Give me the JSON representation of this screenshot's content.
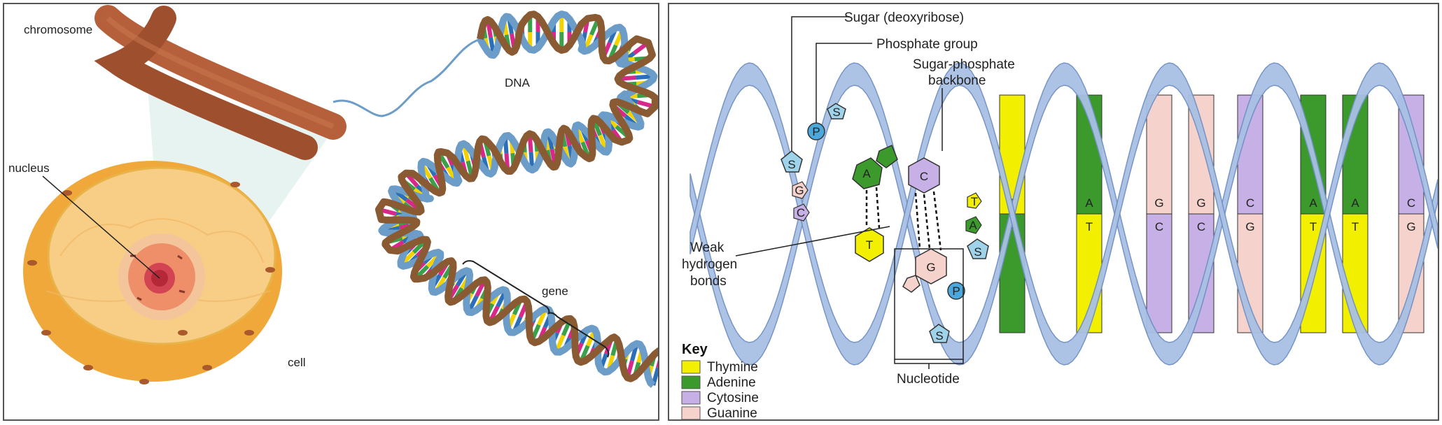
{
  "left_panel": {
    "labels": {
      "chromosome": "chromosome",
      "nucleus": "nucleus",
      "dna": "DNA",
      "gene": "gene",
      "cell": "cell"
    },
    "colors": {
      "chromosome": "#b5603a",
      "cell_outer": "#f3b24a",
      "cell_inner": "#f7c97a",
      "backbone_blue": "#6c9cc8",
      "backbone_brown": "#8a5a33"
    }
  },
  "right_panel": {
    "labels": {
      "sugar": "Sugar (deoxyribose)",
      "phosphate": "Phosphate group",
      "backbone_line1": "Sugar-phosphate",
      "backbone_line2": "backbone",
      "weak_line1": "Weak",
      "weak_line2": "hydrogen",
      "weak_line3": "bonds",
      "nucleotide": "Nucleotide"
    },
    "symbols": {
      "S": "S",
      "P": "P"
    },
    "key": {
      "title": "Key",
      "items": [
        {
          "label": "Thymine",
          "color": "#f2f000"
        },
        {
          "label": "Adenine",
          "color": "#3c9a2c"
        },
        {
          "label": "Cytosine",
          "color": "#c6b0e6"
        },
        {
          "label": "Guanine",
          "color": "#f6d2cc"
        }
      ]
    },
    "base_letters": {
      "T": "T",
      "A": "A",
      "C": "C",
      "G": "G"
    }
  }
}
